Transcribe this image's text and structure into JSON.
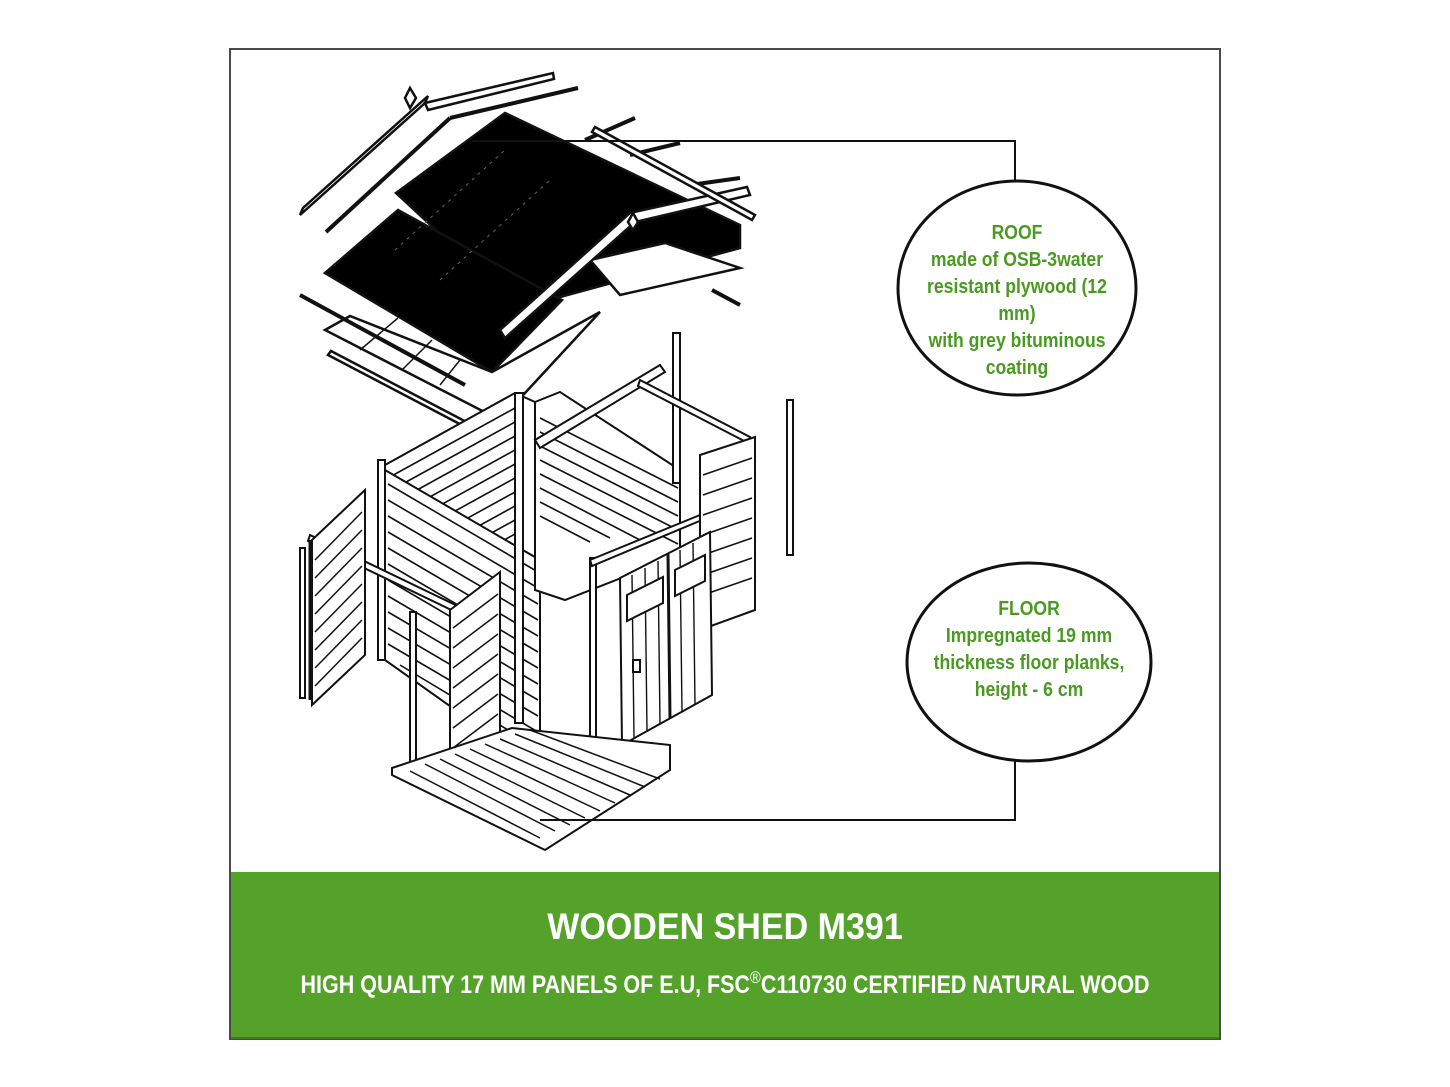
{
  "product": {
    "title": "WOODEN SHED M391",
    "subtitle_pre": "HIGH QUALITY 17 MM PANELS OF E.U, FSC",
    "subtitle_mark": "®",
    "subtitle_post": "C110730 CERTIFIED NATURAL WOOD"
  },
  "callouts": [
    {
      "id": "roof",
      "heading": "ROOF",
      "lines": [
        "made of OSB-3water",
        "resistant plywood (12 mm)",
        "with grey bituminous",
        "coating"
      ]
    },
    {
      "id": "floor",
      "heading": "FLOOR",
      "lines": [
        "Impregnated 19 mm",
        "thickness floor planks,",
        "height - 6 cm"
      ]
    }
  ],
  "colors": {
    "accent_green": "#54a22a",
    "callout_text": "#4a9a22",
    "line": "#111111"
  },
  "diagram": {
    "subject": "exploded isometric view of wooden shed",
    "parts": [
      "roof-panels",
      "roof-trim",
      "ridge-beam",
      "wall-panels",
      "door",
      "corner-posts",
      "floor"
    ]
  }
}
